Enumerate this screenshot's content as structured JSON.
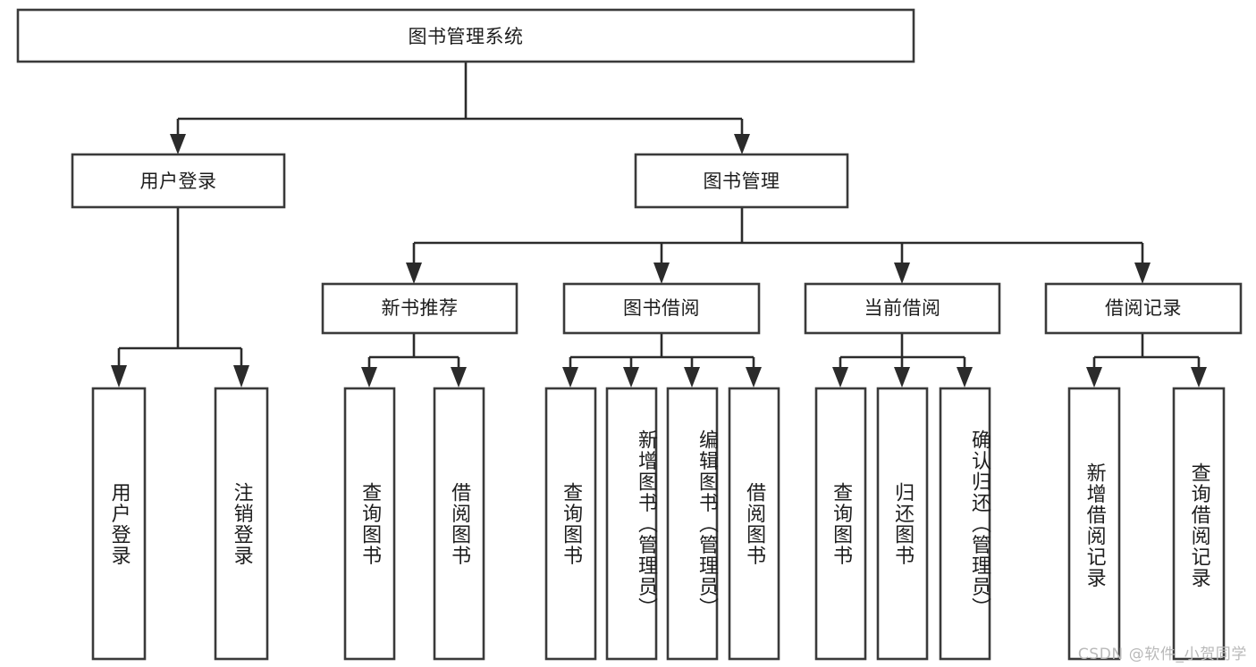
{
  "diagram": {
    "type": "tree-hierarchy",
    "title": "图书管理系统",
    "orientation": "top-down",
    "watermark": "CSDN @软件_小贺同学",
    "colors": {
      "box_stroke": "#3a3a3a",
      "box_fill": "#ffffff",
      "connector": "#2b2b2b",
      "text": "#1d1d1d",
      "watermark": "#b9b9b9",
      "background": "#ffffff"
    },
    "levels": {
      "root": {
        "label": "图书管理系统"
      },
      "level2": [
        {
          "id": "user-login",
          "label": "用户登录"
        },
        {
          "id": "book-management",
          "label": "图书管理"
        }
      ],
      "level3": [
        {
          "id": "new-book-recommend",
          "label": "新书推荐",
          "parent": "book-management"
        },
        {
          "id": "book-borrow",
          "label": "图书借阅",
          "parent": "book-management"
        },
        {
          "id": "current-borrow",
          "label": "当前借阅",
          "parent": "book-management"
        },
        {
          "id": "borrow-record",
          "label": "借阅记录",
          "parent": "book-management"
        }
      ],
      "leaves": [
        {
          "id": "leaf-user-login",
          "label": "用户登录",
          "parent": "user-login"
        },
        {
          "id": "leaf-logout-login",
          "label": "注销登录",
          "parent": "user-login"
        },
        {
          "id": "leaf-query-book-1",
          "label": "查询图书",
          "parent": "new-book-recommend"
        },
        {
          "id": "leaf-borrow-book-1",
          "label": "借阅图书",
          "parent": "new-book-recommend"
        },
        {
          "id": "leaf-query-book-2",
          "label": "查询图书",
          "parent": "book-borrow"
        },
        {
          "id": "leaf-add-book",
          "label": "新增图书（管理员）",
          "parent": "book-borrow"
        },
        {
          "id": "leaf-edit-book",
          "label": "编辑图书（管理员）",
          "parent": "book-borrow"
        },
        {
          "id": "leaf-borrow-book-2",
          "label": "借阅图书",
          "parent": "book-borrow"
        },
        {
          "id": "leaf-query-book-3",
          "label": "查询图书",
          "parent": "current-borrow"
        },
        {
          "id": "leaf-return-book",
          "label": "归还图书",
          "parent": "current-borrow"
        },
        {
          "id": "leaf-confirm-return",
          "label": "确认归还（管理员）",
          "parent": "current-borrow"
        },
        {
          "id": "leaf-add-borrow-record",
          "label": "新增借阅记录",
          "parent": "borrow-record"
        },
        {
          "id": "leaf-query-borrow-record",
          "label": "查询借阅记录",
          "parent": "borrow-record"
        }
      ]
    }
  }
}
